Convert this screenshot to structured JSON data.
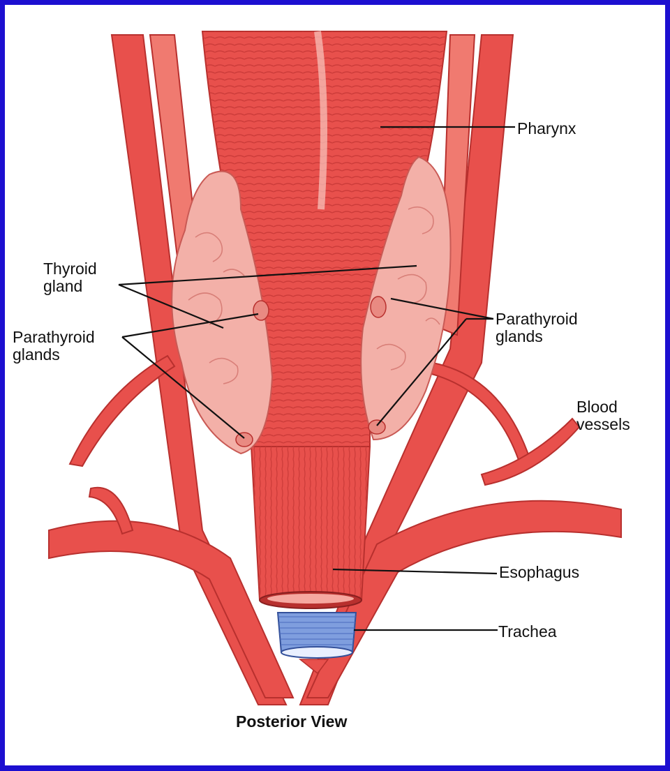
{
  "figure": {
    "caption": "Posterior View",
    "labels": {
      "pharynx": "Pharynx",
      "thyroid_gland": "Thyroid\ngland",
      "parathyroid_left": "Parathyroid\nglands",
      "parathyroid_right": "Parathyroid\nglands",
      "blood_vessels": "Blood\nvessels",
      "esophagus": "Esophagus",
      "trachea": "Trachea"
    }
  },
  "colors": {
    "border": "#1c0fd0",
    "tissue": "#e8504c",
    "tissue_dark": "#c93a38",
    "tissue_light": "#f6a8a0",
    "gland": "#f3b0a8",
    "trachea": "#7f9ede",
    "leader": "#111111"
  }
}
